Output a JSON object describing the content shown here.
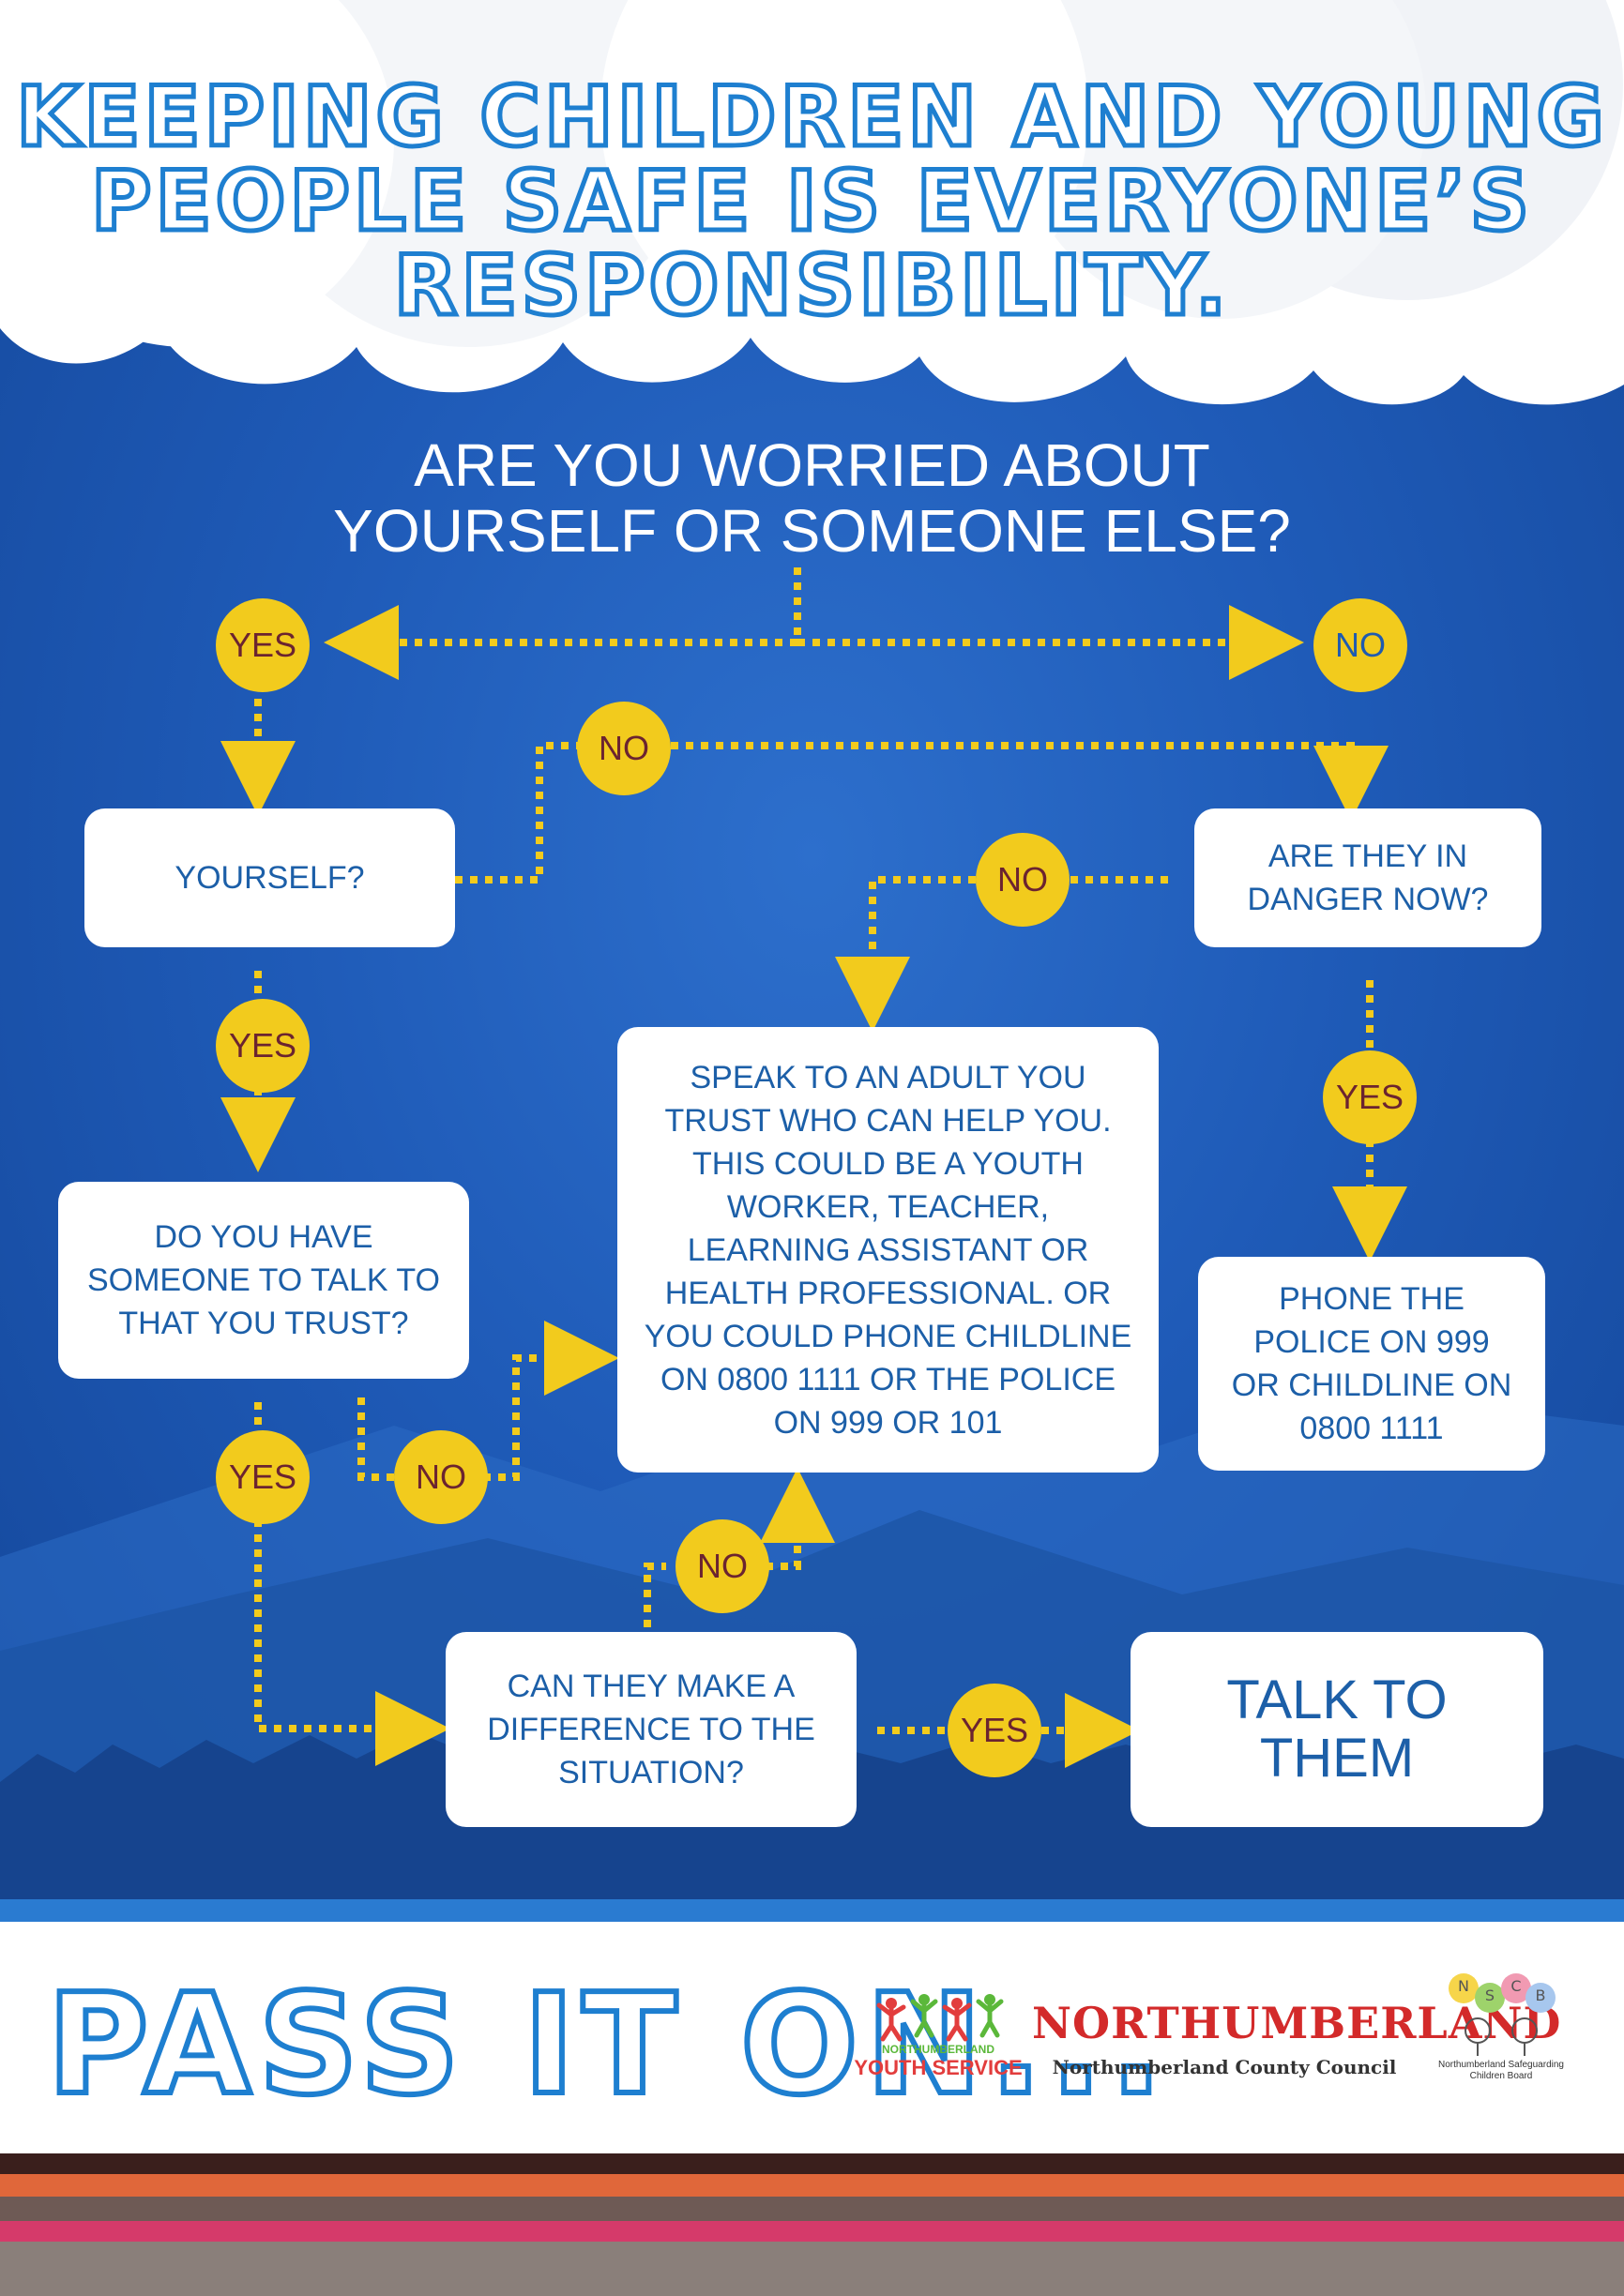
{
  "header": {
    "title_lines": [
      "KEEPING CHILDREN AND YOUNG",
      "PEOPLE SAFE IS EVERYONE’S",
      "RESPONSIBILITY."
    ]
  },
  "flow": {
    "question_lines": [
      "ARE YOU WORRIED ABOUT",
      "YOURSELF OR SOMEONE ELSE?"
    ],
    "badges": {
      "yes_top": "YES",
      "no_top": "NO",
      "no_yourself": "NO",
      "no_danger": "NO",
      "yes_yourself": "YES",
      "yes_danger": "YES",
      "yes_trust": "YES",
      "no_trust": "NO",
      "no_difference": "NO",
      "yes_difference": "YES"
    },
    "boxes": {
      "yourself": "YOURSELF?",
      "danger": "ARE THEY IN DANGER NOW?",
      "speak": "SPEAK TO AN ADULT YOU TRUST WHO CAN HELP YOU. THIS COULD BE A YOUTH WORKER, TEACHER, LEARNING ASSISTANT OR HEALTH PROFESSIONAL. OR YOU COULD PHONE CHILDLINE ON 0800 1111 OR THE POLICE ON 999 OR 101",
      "trust": "DO YOU HAVE SOMEONE TO TALK TO THAT  YOU TRUST?",
      "phone": "PHONE THE POLICE ON 999 OR CHILDLINE ON 0800 1111",
      "difference": "CAN THEY MAKE A DIFFERENCE TO THE SITUATION?",
      "talk": "TALK TO THEM"
    }
  },
  "footer": {
    "pass_it_on": "PASS IT ON...",
    "youth_service_small": "NORTHUMBERLAND",
    "youth_service": "YOUTH SERVICE",
    "council_logo": "NORTHUMBERLAND",
    "council_name": "Northumberland County Council",
    "nscb_letters": [
      "N",
      "S",
      "C",
      "B"
    ],
    "nscb_name": "Northumberland Safeguarding Children Board"
  },
  "colors": {
    "blue_bg": "#1f5bb8",
    "badge_yellow": "#f2cb1d",
    "arrow_yellow": "#f2cb1d",
    "box_text": "#1c5fa8",
    "stripes": [
      "#3a1f1c",
      "#e0673a",
      "#6e5a55",
      "#d53a6a",
      "#8a7f7a"
    ]
  }
}
